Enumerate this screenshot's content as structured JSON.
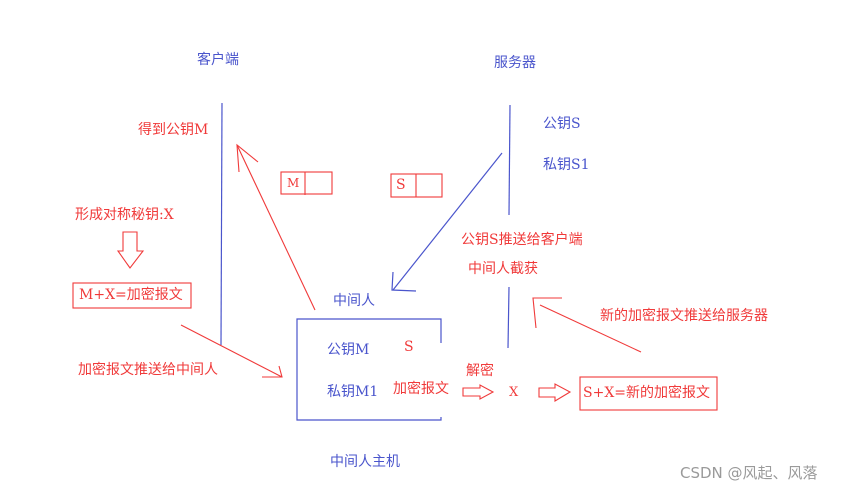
{
  "colors": {
    "blue": "#4a55cc",
    "red": "#f03a3a",
    "watermark": "#9a9a9a"
  },
  "labels": {
    "client": "客户端",
    "server": "服务器",
    "got_public_key": "得到公钥M",
    "key_box_m": "M",
    "key_box_s": "S",
    "server_public_key": "公钥S",
    "server_private_key": "私钥S1",
    "push_public_key": "公钥S推送给客户端",
    "intercepted": "中间人截获",
    "form_symmetric_key": "形成对称秘钥:X",
    "encrypt_formula": "M+X=加密报文",
    "push_to_mitm": "加密报文推送给中间人",
    "mitm": "中间人",
    "mitm_public_key": "公钥M",
    "mitm_s": "S",
    "mitm_private_key": "私钥M1",
    "encrypted_msg": "加密报文",
    "decrypt": "解密",
    "x": "X",
    "new_formula": "S+X=新的加密报文",
    "push_to_server": "新的加密报文推送给服务器",
    "mitm_host": "中间人主机",
    "watermark": "CSDN @风起、风落"
  }
}
